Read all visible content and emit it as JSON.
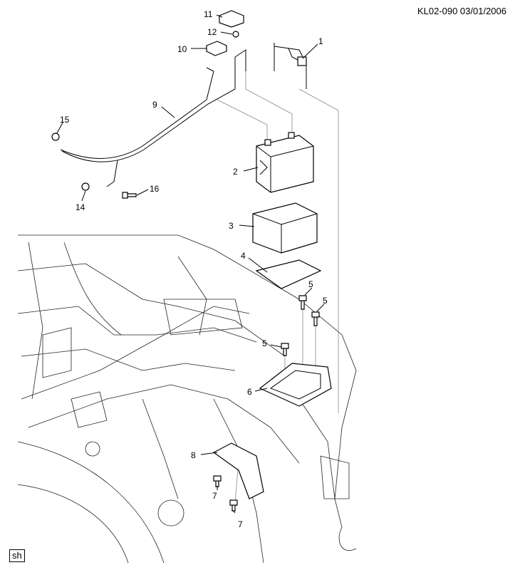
{
  "header": {
    "doc_id": "KL02-090  03/01/2006"
  },
  "footer": {
    "view_code": "sh"
  },
  "callouts": {
    "c1": "1",
    "c2": "2",
    "c3": "3",
    "c4": "4",
    "c5a": "5",
    "c5b": "5",
    "c5c": "5",
    "c6": "6",
    "c7a": "7",
    "c7b": "7",
    "c8": "8",
    "c9": "9",
    "c10": "10",
    "c11": "11",
    "c12": "12",
    "c14": "14",
    "c15": "15",
    "c16": "16"
  }
}
